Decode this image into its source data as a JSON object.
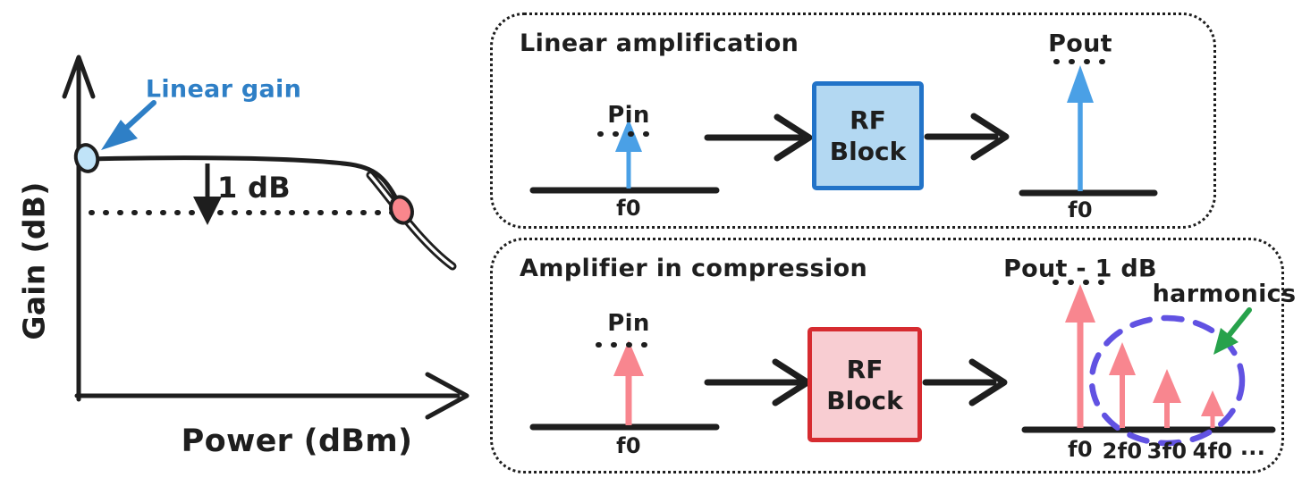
{
  "colors": {
    "ink": "#1e1e1e",
    "blue_arrow": "#4aa0e6",
    "blue_annotation": "#2e7fc6",
    "blue_dot_fill": "#c0e3f8",
    "blue_block_fill": "#b3d8f2",
    "blue_block_border": "#2273c8",
    "pink_arrow": "#f8868f",
    "pink_block_fill": "#f8cdd2",
    "red_block_border": "#d62b30",
    "red_dot_fill": "#f9868c",
    "purple_dashed": "#6152e2",
    "green_arrow": "#27a24b"
  },
  "gain_chart": {
    "y_axis_label": "Gain (dB)",
    "x_axis_label": "Power (dBm)",
    "linear_gain_label": "Linear gain",
    "compression_drop_label": "1 dB"
  },
  "linear_box": {
    "title": "Linear amplification",
    "input": {
      "peak_label": "Pin",
      "freq_label": "f0"
    },
    "block": {
      "line1": "RF",
      "line2": "Block"
    },
    "output": {
      "peak_label": "Pout",
      "freq_label": "f0"
    }
  },
  "compression_box": {
    "title": "Amplifier in compression",
    "input": {
      "peak_label": "Pin",
      "freq_label": "f0"
    },
    "block": {
      "line1": "RF",
      "line2": "Block"
    },
    "output": {
      "peak_label": "Pout - 1 dB",
      "harmonics_label": "harmonics",
      "freq_labels": [
        "f0",
        "2f0",
        "3f0",
        "4f0",
        "..."
      ]
    }
  },
  "chart_data": {
    "type": "line",
    "title": "",
    "xlabel": "Power (dBm)",
    "ylabel": "Gain (dB)",
    "grid": false,
    "legend": "none",
    "annotations": [
      {
        "text": "Linear gain",
        "color": "#2e7fc6",
        "points_to": "blue marker at start of flat gain region"
      },
      {
        "text": "1 dB",
        "meaning": "vertical drop from linear gain level to dotted reference line"
      }
    ],
    "markers": [
      {
        "name": "linear-gain-point",
        "fill": "#c0e3f8",
        "location": "left end of flat gain curve"
      },
      {
        "name": "compression-point",
        "fill": "#f9868c",
        "location": "curve crossing dotted line 1 dB below linear gain"
      }
    ],
    "series": [
      {
        "name": "Gain vs Power",
        "x_norm": [
          0.0,
          0.3,
          0.55,
          0.7,
          0.82,
          0.95
        ],
        "y_norm": [
          1.0,
          1.0,
          1.0,
          0.97,
          0.84,
          0.68
        ],
        "shape": "flat at low power then rolls off at high power"
      }
    ]
  }
}
